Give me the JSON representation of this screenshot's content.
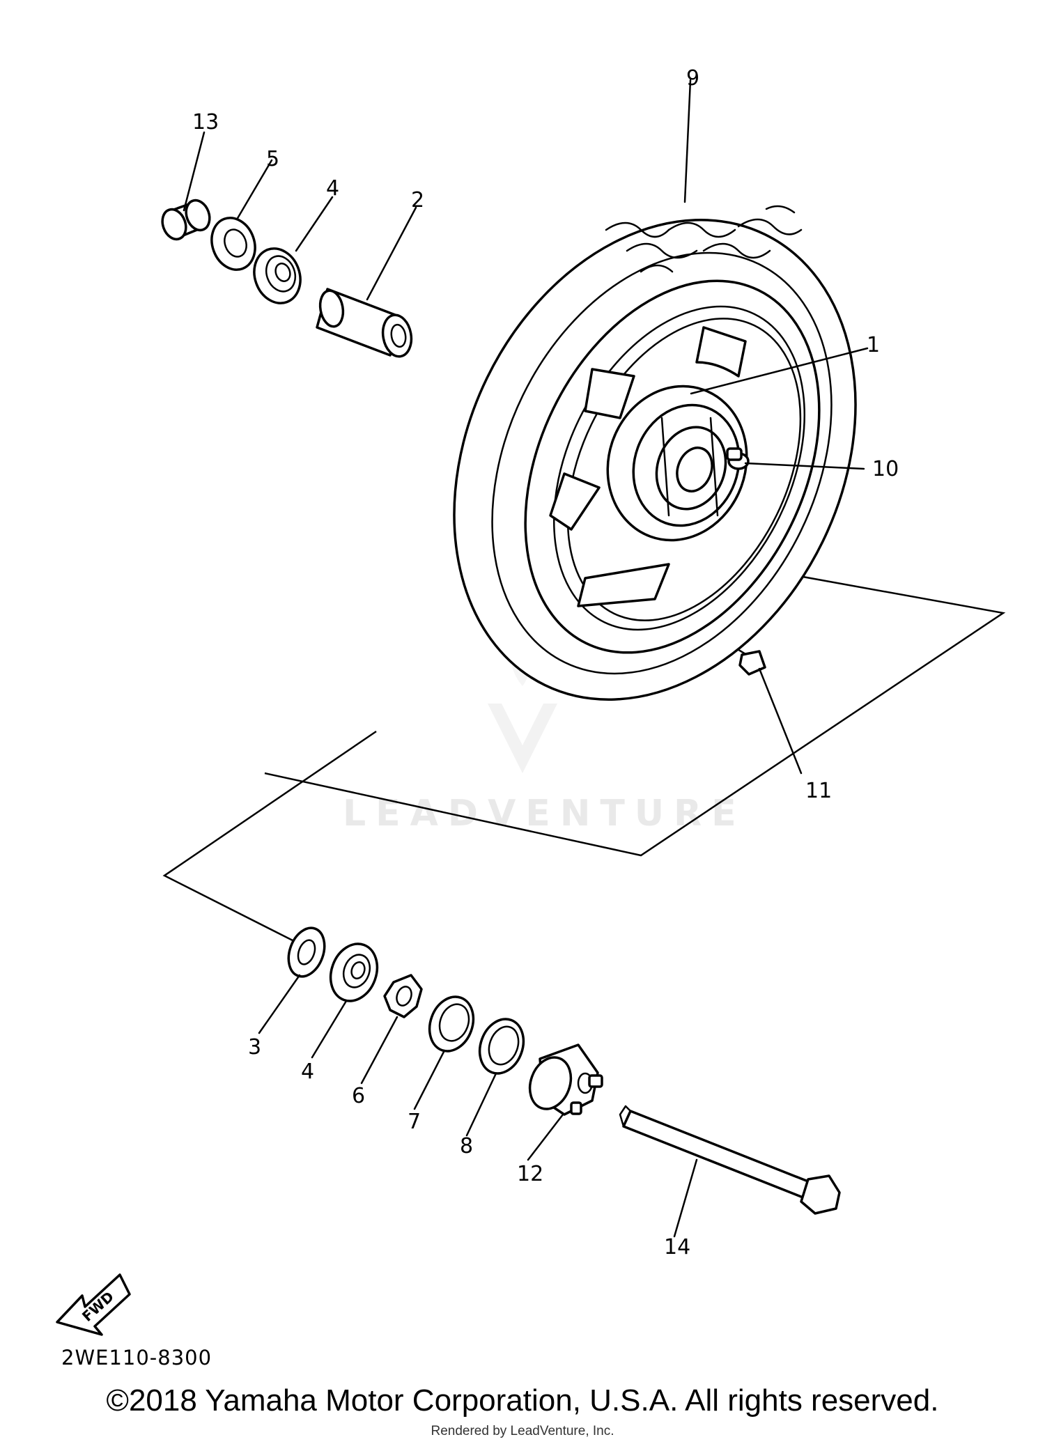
{
  "callouts": {
    "c1": "1",
    "c2": "2",
    "c3": "3",
    "c4a": "4",
    "c4b": "4",
    "c5": "5",
    "c6": "6",
    "c7": "7",
    "c8": "8",
    "c9": "9",
    "c10": "10",
    "c11": "11",
    "c12": "12",
    "c13": "13",
    "c14": "14"
  },
  "direction_arrow": "FWD",
  "diagram_code": "2WE110-8300",
  "watermark": "LEADVENTURE",
  "copyright": "©2018 Yamaha Motor Corporation, U.S.A. All rights reserved.",
  "rendered_by": "Rendered by LeadVenture, Inc."
}
